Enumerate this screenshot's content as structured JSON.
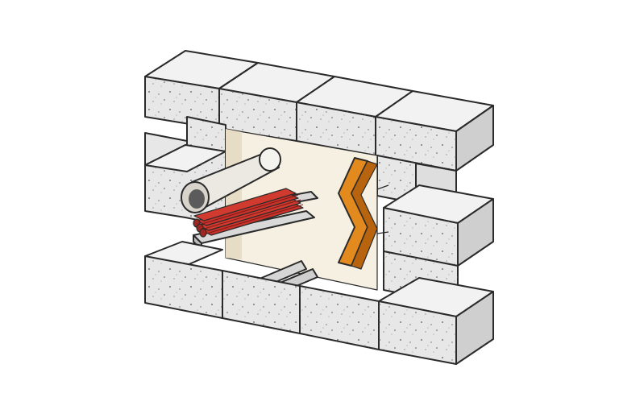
{
  "diagram": {
    "subject": "wall-penetration-fire-seal",
    "components": [
      {
        "name": "masonry-wall",
        "material": "concrete-blocks"
      },
      {
        "name": "sealing-board",
        "material": "coated-board"
      },
      {
        "name": "pipe",
        "material": "metal-pipe"
      },
      {
        "name": "cable-tray",
        "material": "steel-tray"
      },
      {
        "name": "cables",
        "material": "red-cables"
      },
      {
        "name": "small-pipes",
        "material": "metal-conduits"
      },
      {
        "name": "intumescent-layer",
        "material": "orange-intumescent"
      }
    ],
    "colors": {
      "block_face": "#e7e7e7",
      "block_top": "#f2f2f2",
      "block_side": "#cfcfcf",
      "board": "#f6f0e2",
      "board_edge": "#e7dcc6",
      "cable": "#c8322a",
      "tray": "#d9d9d9",
      "pipe": "#ece9e2",
      "intumescent": "#e38a1f",
      "intumescent_dark": "#b8640f",
      "outline": "#2a2a2a"
    }
  }
}
